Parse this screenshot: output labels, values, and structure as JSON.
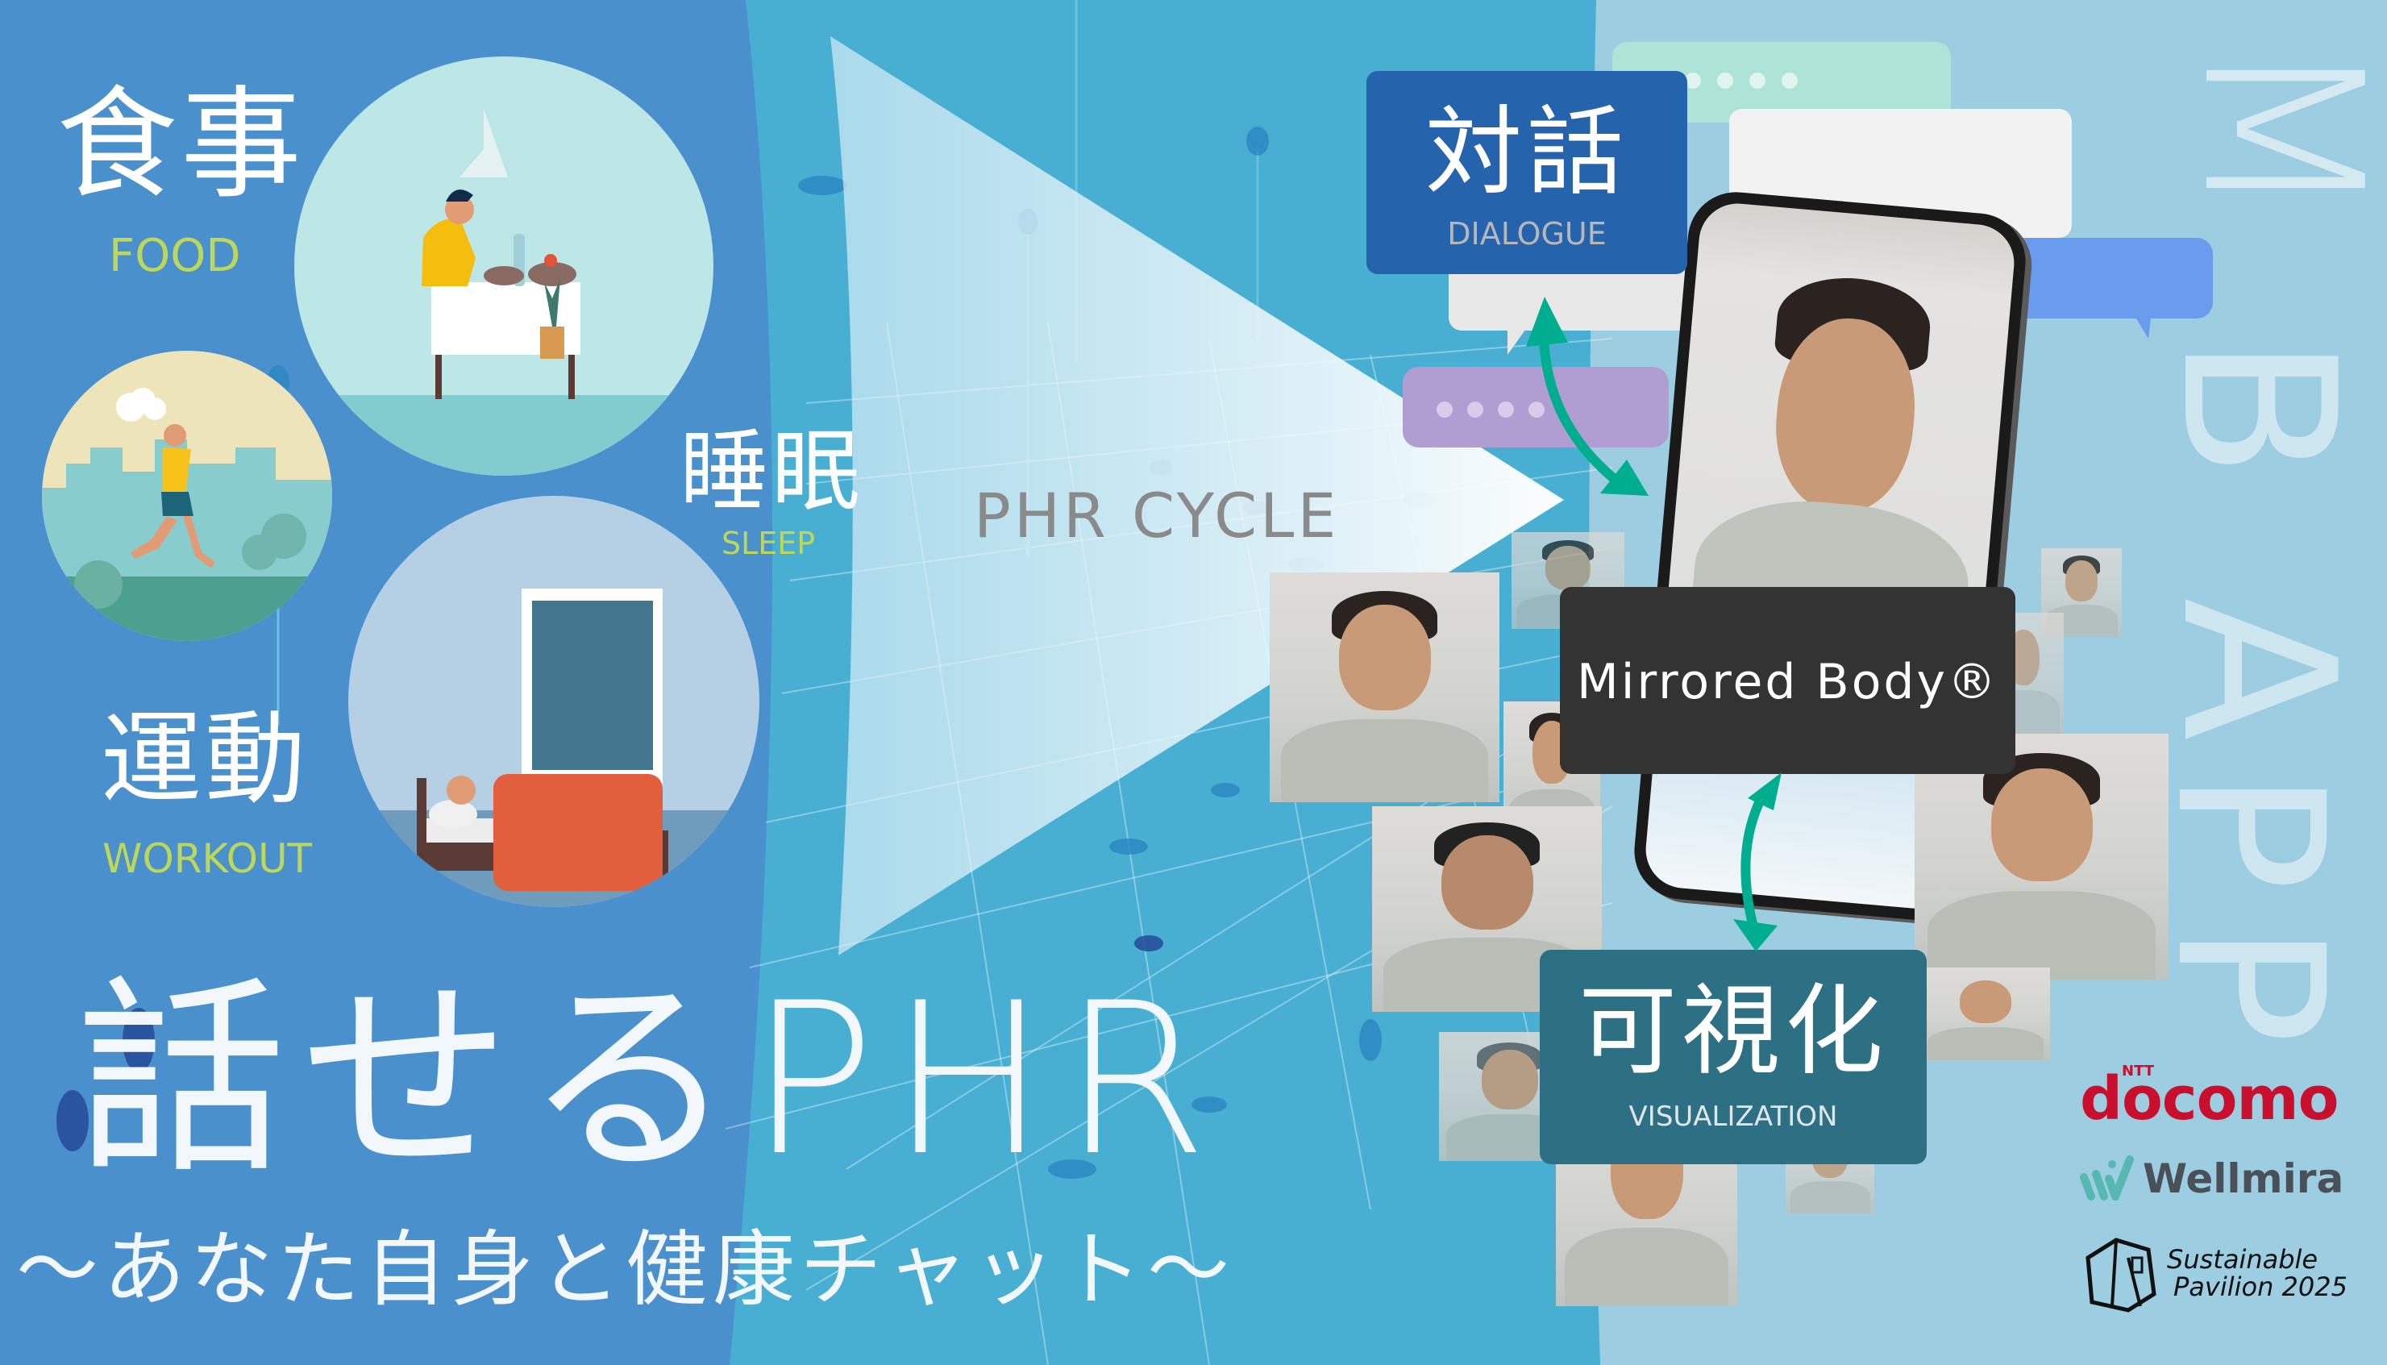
{
  "colors": {
    "left_bg": "#4a90cd",
    "middle_bg": "#48afd3",
    "right_bg": "#9ccde1",
    "label_en": "#bcd75a",
    "dialogue_box": "#2563ad",
    "mirrored_box": "#333333",
    "visualization_box": "#2d6f83",
    "arrow": "#00ad8e",
    "docomo_red": "#c8102e",
    "wellmira_teal": "#56b8b0",
    "wellmira_gray": "#4a5057"
  },
  "categories": {
    "food": {
      "jp": "食事",
      "en": "FOOD"
    },
    "workout": {
      "jp": "運動",
      "en": "WORKOUT"
    },
    "sleep": {
      "jp": "睡眠",
      "en": "SLEEP"
    }
  },
  "cycle": {
    "label": "PHR CYCLE"
  },
  "boxes": {
    "dialogue": {
      "jp": "対話",
      "en": "DIALOGUE"
    },
    "mirrored": {
      "label": "Mirrored Body®"
    },
    "visualization": {
      "jp": "可視化",
      "en": "VISUALIZATION"
    }
  },
  "headline": {
    "title": "話せるPHR",
    "subtitle": "～あなた自身と健康チャット～"
  },
  "vertical_text": [
    "M",
    "B",
    "A",
    "P",
    "P"
  ],
  "logos": {
    "docomo": {
      "prefix": "NTT",
      "name": "docomo"
    },
    "wellmira": {
      "name": "Wellmira"
    },
    "pavilion": {
      "line1": "Sustainable",
      "line2": "Pavilion 2025"
    }
  }
}
